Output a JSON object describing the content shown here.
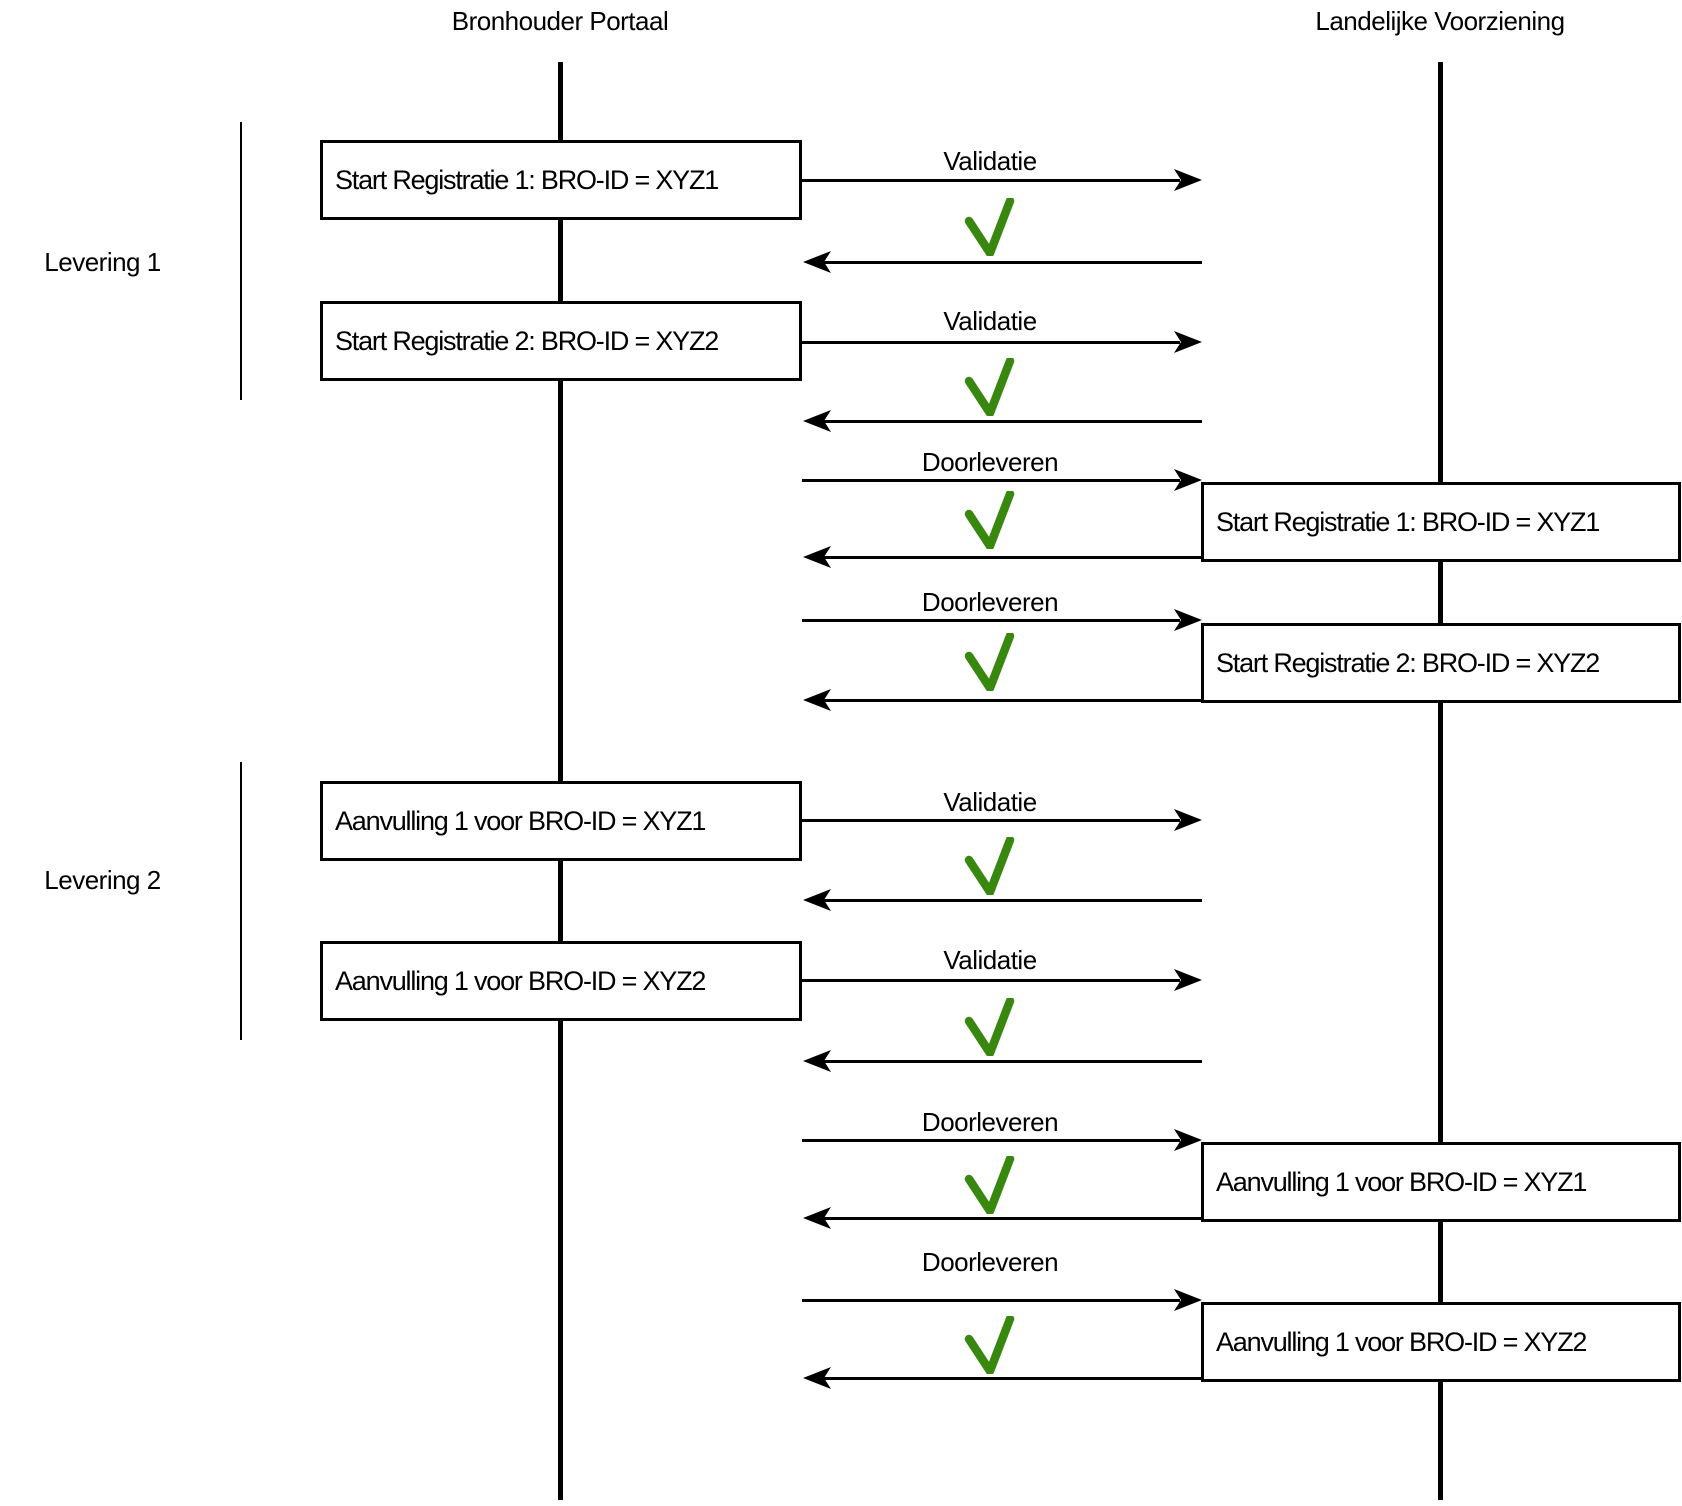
{
  "diagram": {
    "title_hint": "Sequence diagram of deliveries between Bronhouder Portaal and Landelijke Voorziening",
    "actors": [
      {
        "name": "Bronhouder Portaal"
      },
      {
        "name": "Landelijke Voorziening"
      }
    ],
    "phases": [
      {
        "label": "Levering 1"
      },
      {
        "label": "Levering 2"
      }
    ],
    "left_boxes": [
      {
        "label": "Start Registratie 1: BRO-ID = XYZ1"
      },
      {
        "label": "Start Registratie 2: BRO-ID = XYZ2"
      },
      {
        "label": "Aanvulling 1 voor BRO-ID = XYZ1"
      },
      {
        "label": "Aanvulling 1 voor BRO-ID = XYZ2"
      }
    ],
    "right_boxes": [
      {
        "label": "Start Registratie 1: BRO-ID = XYZ1"
      },
      {
        "label": "Start Registratie 2: BRO-ID = XYZ2"
      },
      {
        "label": "Aanvulling 1 voor BRO-ID = XYZ1"
      },
      {
        "label": "Aanvulling 1 voor BRO-ID = XYZ2"
      }
    ],
    "messages": [
      {
        "label": "Validatie",
        "result": "success-check"
      },
      {
        "label": "Validatie",
        "result": "success-check"
      },
      {
        "label": "Doorleveren",
        "result": "success-check"
      },
      {
        "label": "Doorleveren",
        "result": "success-check"
      },
      {
        "label": "Validatie",
        "result": "success-check"
      },
      {
        "label": "Validatie",
        "result": "success-check"
      },
      {
        "label": "Doorleveren",
        "result": "success-check"
      },
      {
        "label": "Doorleveren",
        "result": "success-check"
      }
    ],
    "colors": {
      "check_green": "#38870f",
      "line_black": "#000000",
      "background": "#ffffff"
    }
  }
}
